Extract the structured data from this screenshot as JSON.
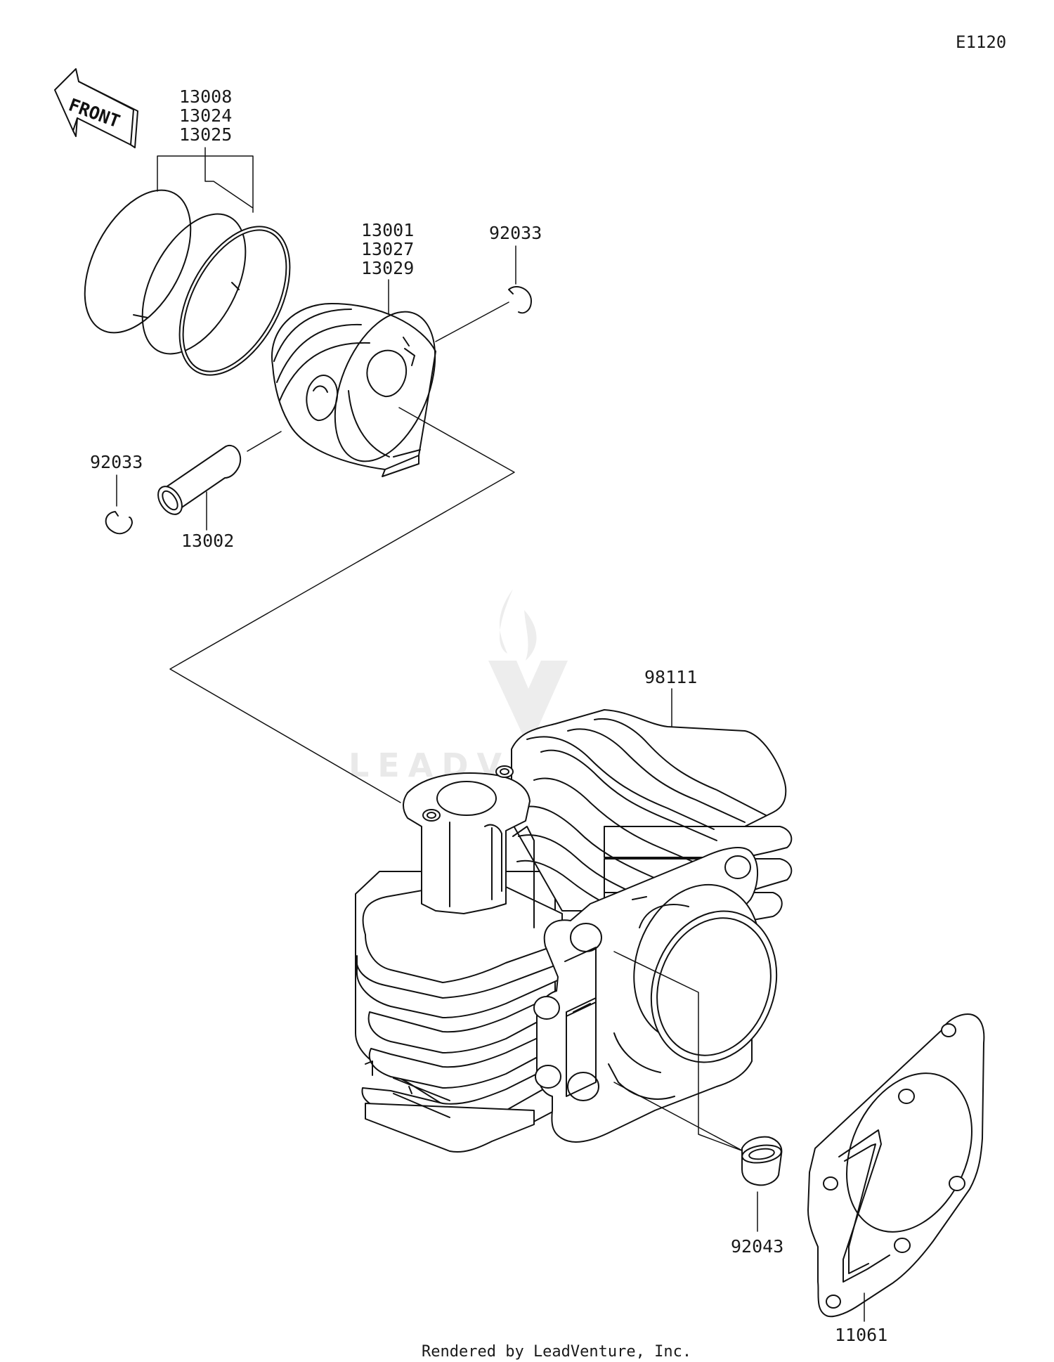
{
  "diagram": {
    "ref_code": "E1120",
    "front_label": "FRONT",
    "watermark_text": "LEADVENTURE",
    "credit": "Rendered by LeadVenture, Inc.",
    "labels": {
      "rings": [
        "13008",
        "13024",
        "13025"
      ],
      "piston": [
        "13001",
        "13027",
        "13029"
      ],
      "clip_right": "92033",
      "clip_left": "92033",
      "piston_pin": "13002",
      "cylinder": "98111",
      "dowel_pin": "92043",
      "gasket": "11061"
    }
  }
}
